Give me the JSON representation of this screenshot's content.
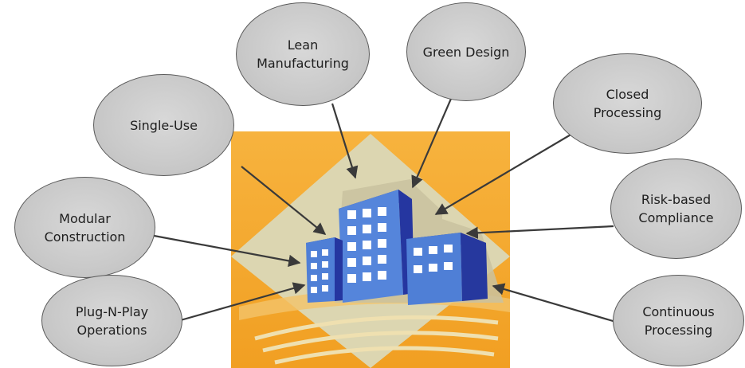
{
  "colors": {
    "background": "#ffffff",
    "frame_orange": "#f5a82f",
    "diamond": "#d9d3ad",
    "building_light": "#4f7fd6",
    "building_dark": "#2e43a8",
    "bubble_fill": "#cccccc",
    "bubble_stroke": "#5a5a5a",
    "arrow": "#3a3a3a"
  },
  "illustration": {
    "icon": "office-buildings-icon"
  },
  "concepts": [
    {
      "id": "lean-manufacturing",
      "label": "Lean\nManufacturing"
    },
    {
      "id": "green-design",
      "label": "Green Design"
    },
    {
      "id": "single-use",
      "label": "Single-Use"
    },
    {
      "id": "closed-processing",
      "label": "Closed\nProcessing"
    },
    {
      "id": "modular-construction",
      "label": "Modular\nConstruction"
    },
    {
      "id": "risk-based-compliance",
      "label": "Risk-based\nCompliance"
    },
    {
      "id": "plug-n-play-operations",
      "label": "Plug-N-Play\nOperations"
    },
    {
      "id": "continuous-processing",
      "label": "Continuous\nProcessing"
    }
  ]
}
